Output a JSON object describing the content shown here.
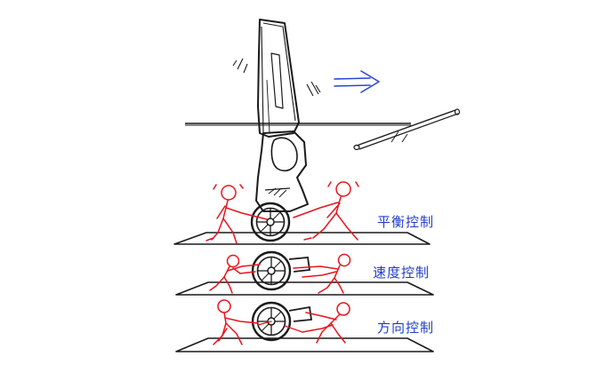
{
  "labels": {
    "balance_control": "平衡控制",
    "speed_control": "速度控制",
    "steering_control": "方向控制"
  },
  "colors": {
    "ink": "#1a1a1a",
    "figures": "#e8141c",
    "label_text": "#1f3cc8",
    "motion_arrow": "#2a44d8"
  },
  "icons": {
    "motion_arrow": "double-right-arrow-icon",
    "wheel": "wheel-icon",
    "stick_figure": "stick-figure-icon"
  }
}
